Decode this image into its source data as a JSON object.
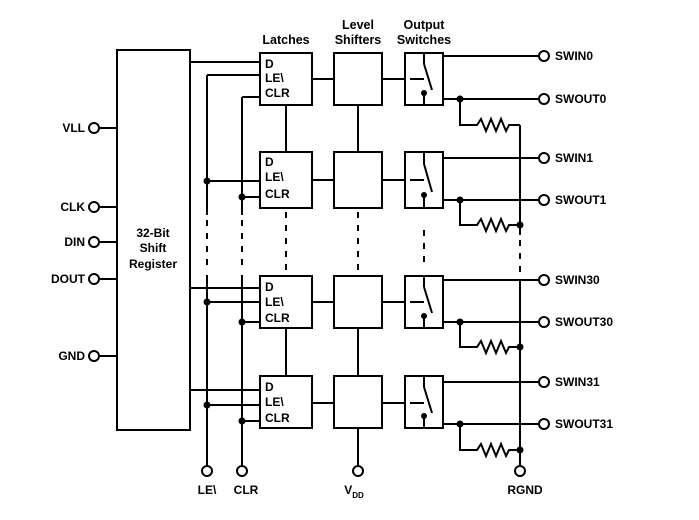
{
  "headers": {
    "latches": "Latches",
    "level_line1": "Level",
    "level_line2": "Shifters",
    "output_line1": "Output",
    "output_line2": "Switches"
  },
  "shift_register": {
    "line1": "32-Bit",
    "line2": "Shift",
    "line3": "Register"
  },
  "left_pins": [
    "VLL",
    "CLK",
    "DIN",
    "DOUT",
    "GND"
  ],
  "latch_pins": {
    "d": "D",
    "le": "LE\\",
    "clr": "CLR"
  },
  "channels": [
    {
      "swin": "SWIN0",
      "swout": "SWOUT0"
    },
    {
      "swin": "SWIN1",
      "swout": "SWOUT1"
    },
    {
      "swin": "SWIN30",
      "swout": "SWOUT30"
    },
    {
      "swin": "SWIN31",
      "swout": "SWOUT31"
    }
  ],
  "bottom_pins": {
    "le": "LE\\",
    "clr": "CLR",
    "vdd_main": "V",
    "vdd_sub": "DD",
    "rgnd": "RGND"
  }
}
